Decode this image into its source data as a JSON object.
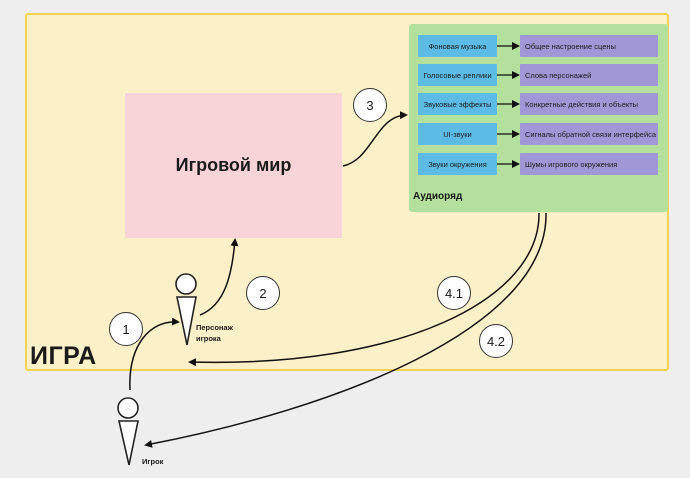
{
  "game": {
    "label": "ИГРА"
  },
  "world": {
    "label": "Игровой мир"
  },
  "audio": {
    "title": "Аудиоряд",
    "rows": [
      {
        "source": "Фоновая музыка",
        "target": "Общее настроение сцены"
      },
      {
        "source": "Голосовые реплики",
        "target": "Слова персонажей"
      },
      {
        "source": "Звуковые эффекты",
        "target": "Конкретные действия и объекты"
      },
      {
        "source": "UI-звуки",
        "target": "Сигналы обратной связи интерфейса"
      },
      {
        "source": "Звуки окружения",
        "target": "Шумы игрового окружения"
      }
    ]
  },
  "steps": {
    "s1": "1",
    "s2": "2",
    "s3": "3",
    "s41": "4.1",
    "s42": "4.2"
  },
  "actors": {
    "character_line1": "Персонаж",
    "character_line2": "игрока",
    "player": "Игрок"
  },
  "colors": {
    "game_bg": "#fcf0c8",
    "game_border": "#f0d352",
    "world_bg": "#f8d4d8",
    "audio_bg": "#b3e19d",
    "source_bg": "#5dbce6",
    "target_bg": "#a297d6"
  }
}
